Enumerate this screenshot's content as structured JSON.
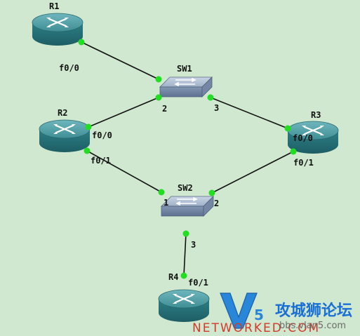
{
  "colors": {
    "background": "#cfe8cf",
    "link": "#111111",
    "port_dot": "#22dd22",
    "router_body": "#2b7f86",
    "switch_body": "#98acc6"
  },
  "devices": {
    "r1": {
      "name": "R1",
      "icon": "router-icon"
    },
    "r2": {
      "name": "R2",
      "icon": "router-icon"
    },
    "r3": {
      "name": "R3",
      "icon": "router-icon"
    },
    "r4": {
      "name": "R4",
      "icon": "router-icon"
    },
    "sw1": {
      "name": "SW1",
      "icon": "switch-icon"
    },
    "sw2": {
      "name": "SW2",
      "icon": "switch-icon"
    }
  },
  "links": [
    {
      "from": "R1",
      "to": "SW1",
      "from_port": "f0/0",
      "to_port": ""
    },
    {
      "from": "R2",
      "to": "SW1",
      "from_port": "f0/0",
      "to_port": "2"
    },
    {
      "from": "R3",
      "to": "SW1",
      "from_port": "f0/0",
      "to_port": "3"
    },
    {
      "from": "R2",
      "to": "SW2",
      "from_port": "f0/1",
      "to_port": "1"
    },
    {
      "from": "R3",
      "to": "SW2",
      "from_port": "f0/1",
      "to_port": "2"
    },
    {
      "from": "R4",
      "to": "SW2",
      "from_port": "f0/1",
      "to_port": "3"
    }
  ],
  "port_labels": {
    "r1_f00": "f0/0",
    "r2_f00": "f0/0",
    "r2_f01": "f0/1",
    "r3_f00": "f0/0",
    "r3_f01": "f0/1",
    "r4_f01": "f0/1",
    "sw1_p2": "2",
    "sw1_p3": "3",
    "sw2_p1": "1",
    "sw2_p2": "2",
    "sw2_p3": "3"
  },
  "watermark": {
    "logo_text": "V5",
    "chinese": "攻城狮论坛",
    "english": "NETWORKED.COM",
    "url": "bbs.vlan5.com"
  }
}
